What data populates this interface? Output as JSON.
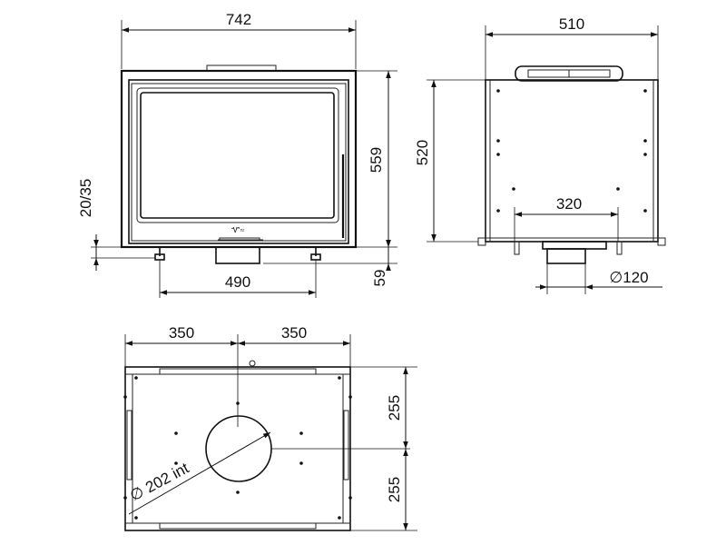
{
  "front_view": {
    "width_label": "742",
    "height_label": "559",
    "foot_spacing_label": "490",
    "base_height_label": "59",
    "adjust_label": "20/35"
  },
  "side_view": {
    "depth_label": "510",
    "height_label": "520",
    "outlet_offset_label": "320",
    "outlet_diameter_label": "∅120"
  },
  "top_view": {
    "left_half_label": "350",
    "right_half_label": "350",
    "upper_half_label": "255",
    "lower_half_label": "255",
    "collar_label": "∅ 202 int"
  }
}
